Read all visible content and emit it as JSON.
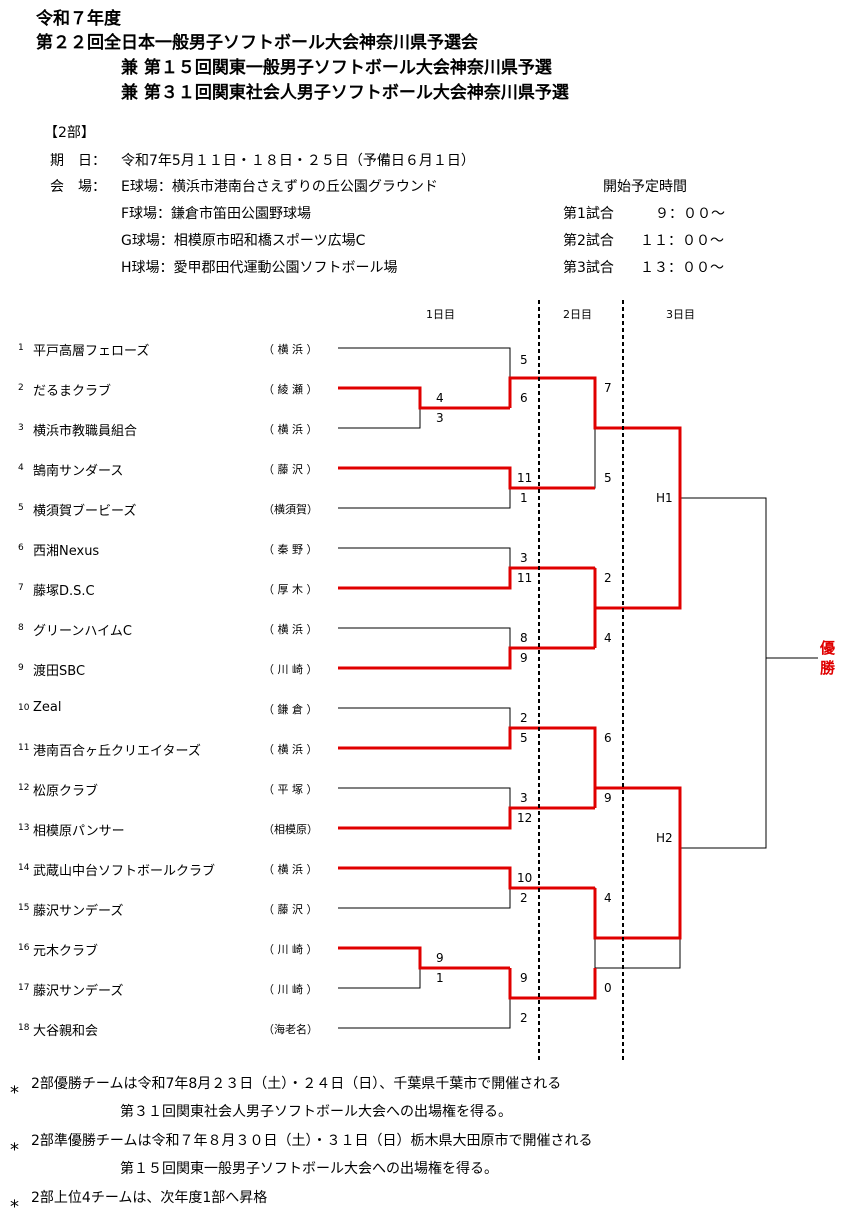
{
  "header": {
    "title_lines": [
      "令和７年度",
      "第２２回全日本一般男子ソフトボール大会神奈川県予選会",
      "兼 第１５回関東一般男子ソフトボール大会神奈川県予選",
      "兼 第３１回関東社会人男子ソフトボール大会神奈川県予選"
    ]
  },
  "info": {
    "division": "【2部】",
    "date_label": "期　日：",
    "date": "令和7年5月１１日・１８日・２５日（予備日６月１日）",
    "venue_label": "会　場：",
    "venues": [
      "E球場：横浜市港南台さえずりの丘公園グラウンド",
      "F球場：鎌倉市笛田公園野球場",
      "G球場：相模原市昭和橋スポーツ広場C",
      "H球場：愛甲郡田代運動公園ソフトボール場"
    ],
    "schedule_title": "開始予定時間",
    "schedule": [
      {
        "label": "第1試合",
        "time": "９：００～"
      },
      {
        "label": "第2試合",
        "time": "１１：００～"
      },
      {
        "label": "第3試合",
        "time": "１３：００～"
      }
    ]
  },
  "bracket": {
    "days": [
      "1日目",
      "2日目",
      "3日目"
    ],
    "teams": [
      {
        "no": "1",
        "name": "平戸高層フェローズ",
        "pref": "（ 横 浜 ）"
      },
      {
        "no": "2",
        "name": "だるまクラブ",
        "pref": "（ 綾 瀬 ）"
      },
      {
        "no": "3",
        "name": "横浜市教職員組合",
        "pref": "（ 横 浜 ）"
      },
      {
        "no": "4",
        "name": "鵠南サンダース",
        "pref": "（ 藤 沢 ）"
      },
      {
        "no": "5",
        "name": "横須賀ブービーズ",
        "pref": "（横須賀）"
      },
      {
        "no": "6",
        "name": "西湘Nexus",
        "pref": "（ 秦 野 ）"
      },
      {
        "no": "7",
        "name": "藤塚D.S.C",
        "pref": "（ 厚 木 ）"
      },
      {
        "no": "8",
        "name": "グリーンハイムC",
        "pref": "（ 横 浜 ）"
      },
      {
        "no": "9",
        "name": "渡田SBC",
        "pref": "（ 川 崎 ）"
      },
      {
        "no": "10",
        "name": "Zeal",
        "pref": "（ 鎌 倉 ）"
      },
      {
        "no": "11",
        "name": "港南百合ヶ丘クリエイターズ",
        "pref": "（ 横 浜 ）"
      },
      {
        "no": "12",
        "name": "松原クラブ",
        "pref": "（ 平 塚 ）"
      },
      {
        "no": "13",
        "name": "相模原パンサー",
        "pref": "（相模原）"
      },
      {
        "no": "14",
        "name": "武蔵山中台ソフトボールクラブ",
        "pref": "（ 横 浜 ）"
      },
      {
        "no": "15",
        "name": "藤沢サンデーズ",
        "pref": "（ 藤 沢 ）"
      },
      {
        "no": "16",
        "name": "元木クラブ",
        "pref": "（ 川 崎 ）"
      },
      {
        "no": "17",
        "name": "藤沢サンデーズ",
        "pref": "（ 川 崎 ）"
      },
      {
        "no": "18",
        "name": "大谷親和会",
        "pref": "（海老名）"
      }
    ],
    "scores": [
      {
        "id": "r1a-top",
        "text": "4"
      },
      {
        "id": "r1a-bot",
        "text": "3"
      },
      {
        "id": "r1b-top",
        "text": "9"
      },
      {
        "id": "r1b-bot",
        "text": "1"
      },
      {
        "id": "q1-top",
        "text": "5"
      },
      {
        "id": "q1-bot",
        "text": "6"
      },
      {
        "id": "q2-top",
        "text": "11"
      },
      {
        "id": "q2-bot",
        "text": "1"
      },
      {
        "id": "q3-top",
        "text": "3"
      },
      {
        "id": "q3-bot",
        "text": "11"
      },
      {
        "id": "q4-top",
        "text": "8"
      },
      {
        "id": "q4-bot",
        "text": "9"
      },
      {
        "id": "q5-top",
        "text": "2"
      },
      {
        "id": "q5-bot",
        "text": "5"
      },
      {
        "id": "q6-top",
        "text": "3"
      },
      {
        "id": "q6-bot",
        "text": "12"
      },
      {
        "id": "q7-top",
        "text": "10"
      },
      {
        "id": "q7-bot",
        "text": "2"
      },
      {
        "id": "q8-top",
        "text": "9"
      },
      {
        "id": "q8-bot",
        "text": "2"
      },
      {
        "id": "s1-top",
        "text": "7"
      },
      {
        "id": "s1-bot",
        "text": "5"
      },
      {
        "id": "s2-top",
        "text": "2"
      },
      {
        "id": "s2-bot",
        "text": "4"
      },
      {
        "id": "s3-top",
        "text": "6"
      },
      {
        "id": "s3-bot",
        "text": "9"
      },
      {
        "id": "s4-top",
        "text": "4"
      },
      {
        "id": "s4-bot",
        "text": "0"
      }
    ],
    "semis": [
      "H1",
      "H2"
    ],
    "champion": [
      "優",
      "勝"
    ]
  },
  "footnotes": [
    {
      "mark": "⁎",
      "line1": "2部優勝チームは令和7年8月２３日（土）・２４日（日）、千葉県千葉市で開催される",
      "line2": "第３１回関東社会人男子ソフトボール大会への出場権を得る。"
    },
    {
      "mark": "⁎",
      "line1": "2部準優勝チームは令和７年８月３０日（土）・３１日（日）栃木県大田原市で開催される",
      "line2": "第１５回関東一般男子ソフトボール大会への出場権を得る。"
    },
    {
      "mark": "⁎",
      "line1": "2部上位4チームは、次年度1部へ昇格",
      "line2": ""
    }
  ]
}
